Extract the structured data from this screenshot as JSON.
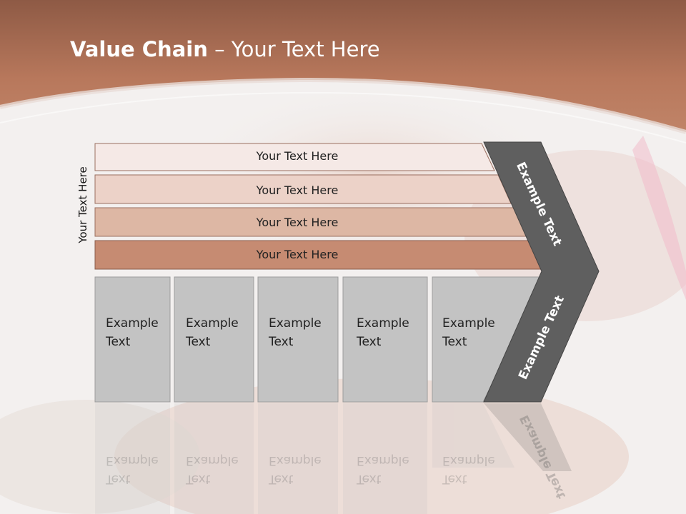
{
  "slide": {
    "title_bold": "Value Chain",
    "title_rest": " – Your Text Here",
    "side_label": "Your Text Here"
  },
  "bars": [
    {
      "label": "Your Text Here",
      "color": "#f5e9e6"
    },
    {
      "label": "Your Text Here",
      "color": "#ecd2c8"
    },
    {
      "label": "Your Text Here",
      "color": "#ddb7a4"
    },
    {
      "label": "Your Text Here",
      "color": "#c68b72"
    }
  ],
  "boxes": [
    {
      "line1": "Example",
      "line2": "Text"
    },
    {
      "line1": "Example",
      "line2": "Text"
    },
    {
      "line1": "Example",
      "line2": "Text"
    },
    {
      "line1": "Example",
      "line2": "Text"
    },
    {
      "line1": "Example",
      "line2": "Text"
    }
  ],
  "chevron": {
    "upper_label": "Example Text",
    "lower_label": "Example Text",
    "color": "#5f5f5f"
  },
  "colors": {
    "header": "#b97a5e",
    "box_fill": "#c3c3c3"
  }
}
